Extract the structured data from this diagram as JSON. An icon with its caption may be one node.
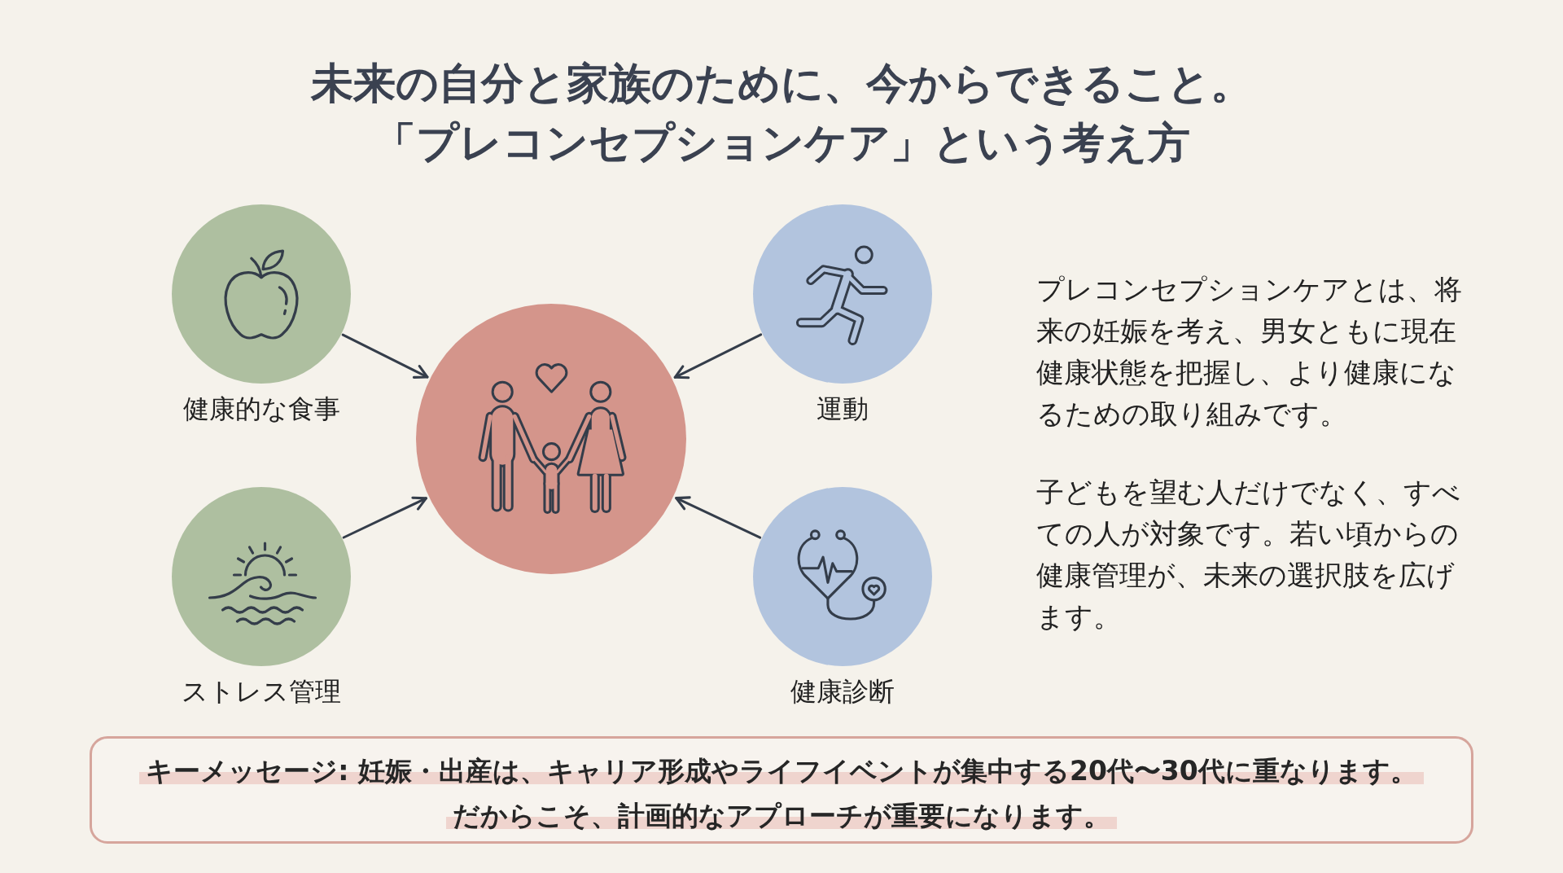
{
  "diagram": {
    "title": "未来の自分と家族のために、今からできること。「プレコンセプションケア」という考え方",
    "nodes": [
      {
        "text": [
          "健康的な食事"
        ]
      },
      {
        "text": [],
        "shape": "circle"
      },
      {
        "text": [
          "運動"
        ]
      },
      {
        "text": [
          "ストレス管理"
        ]
      },
      {
        "text": [
          "健康診断"
        ]
      },
      {
        "text": [
          "キーメッセージ: 妊娠・出産は、キャリア形成やライフイベントが集中する20代〜30代に重なります。",
          "だからこそ、計画的なアプローチが重要になります。"
        ]
      }
    ],
    "edges": [
      {
        "from": 0,
        "to": 1,
        "arrow": "to"
      },
      {
        "from": 2,
        "to": 1,
        "arrow": "to"
      },
      {
        "from": 3,
        "to": 1,
        "arrow": "to"
      },
      {
        "from": 4,
        "to": 1,
        "arrow": "to"
      }
    ],
    "labels": [
      "プレコンセプションケアとは、将来の妊娠を考え、男女ともに現在健康状態を把握し、より健康になるための取り組みです。",
      "子どもを望む人だけでなく、すべての人が対象です。若い頃からの健康管理が、未来の選択肢を広げます。"
    ]
  }
}
